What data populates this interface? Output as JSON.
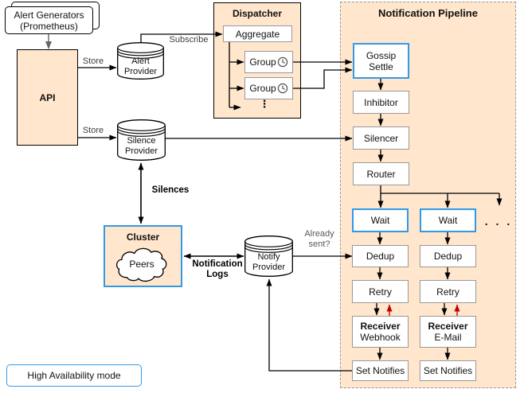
{
  "colors": {
    "panel_fill": "#ffe6cc",
    "blue_border": "#3399e6",
    "gray_border": "#999999",
    "black_border": "#000000",
    "red_arrow": "#c00000",
    "gray_arrow": "#666666"
  },
  "nodes": {
    "alert_generators": {
      "line1": "Alert Generators",
      "line2": "(Prometheus)"
    },
    "api": {
      "label": "API"
    },
    "alert_provider": {
      "line1": "Alert",
      "line2": "Provider"
    },
    "silence_provider": {
      "line1": "Silence",
      "line2": "Provider"
    },
    "notify_provider": {
      "line1": "Notify",
      "line2": "Provider"
    },
    "cluster": {
      "title": "Cluster",
      "peers": "Peers"
    },
    "high_availability": {
      "label": "High Availability mode"
    }
  },
  "dispatcher": {
    "title": "Dispatcher",
    "aggregate": "Aggregate",
    "group1": "Group",
    "group2": "Group",
    "ellipsis": "⋮"
  },
  "pipeline": {
    "title": "Notification Pipeline",
    "gossip_line1": "Gossip",
    "gossip_line2": "Settle",
    "inhibitor": "Inhibitor",
    "silencer": "Silencer",
    "router": "Router",
    "more_receivers": ". . .",
    "columns": [
      {
        "wait": "Wait",
        "dedup": "Dedup",
        "retry": "Retry",
        "receiver_title": "Receiver",
        "receiver_type": "Webhook",
        "set_notifies": "Set Notifies"
      },
      {
        "wait": "Wait",
        "dedup": "Dedup",
        "retry": "Retry",
        "receiver_title": "Receiver",
        "receiver_type": "E-Mail",
        "set_notifies": "Set Notifies"
      }
    ]
  },
  "edge_labels": {
    "store_alert": "Store",
    "store_silence": "Store",
    "subscribe": "Subscribe",
    "silences": "Silences",
    "notification_logs_line1": "Notification",
    "notification_logs_line2": "Logs",
    "already_sent_line1": "Already",
    "already_sent_line2": "sent?"
  }
}
